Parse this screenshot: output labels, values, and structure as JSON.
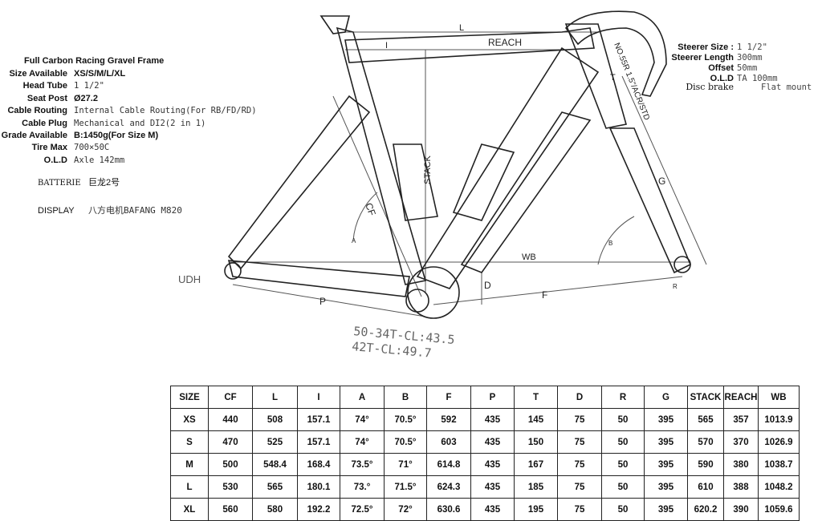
{
  "specs": {
    "title": "Full Carbon Racing Gravel Frame",
    "rows": [
      {
        "label": "Size Available",
        "value": "XS/S/M/L/XL"
      },
      {
        "label": "Head Tube",
        "value": "1 1/2\""
      },
      {
        "label": "Seat Post",
        "value": "Ø27.2"
      },
      {
        "label": "Cable Routing",
        "value": "Internal Cable Routing(For RB/FD/RD)"
      },
      {
        "label": "Cable Plug",
        "value": "Mechanical and DI2(2 in 1)"
      },
      {
        "label": "Grade Available",
        "value": "B:1450g(For Size M)"
      },
      {
        "label": "Tire Max",
        "value": "700×50C"
      },
      {
        "label": "O.L.D",
        "value": "Axle 142mm"
      }
    ],
    "battery_label": "BATTERIE",
    "battery_value": "巨龙2号",
    "display_label": "DISPLAY",
    "display_value": "八方电机BAFANG  M820"
  },
  "fork_specs": [
    {
      "label": "Steerer Size :",
      "value": "1 1/2\""
    },
    {
      "label": "Steerer Length",
      "value": "300mm"
    },
    {
      "label": "Offset",
      "value": "50mm"
    },
    {
      "label": "O.L.D",
      "value": "TA 100mm"
    },
    {
      "label": "Disc brake",
      "value": "Flat mount"
    }
  ],
  "drawing_labels": {
    "l": "L",
    "reach": "REACH",
    "i": "I",
    "stack": "STACK",
    "t": "T",
    "cf": "CF",
    "g": "G",
    "wb": "WB",
    "d": "D",
    "f": "F",
    "p": "P",
    "a": "A",
    "b": "B",
    "r": "R",
    "udh": "UDH",
    "headset": "NO.55R 1.5\"/ACR/STD",
    "chainring1": "50-34T-CL:43.5",
    "chainring2": "42T-CL:49.7"
  },
  "geometry_table": {
    "headers": [
      "SIZE",
      "CF",
      "L",
      "I",
      "A",
      "B",
      "F",
      "P",
      "T",
      "D",
      "R",
      "G",
      "STACK",
      "REACH",
      "WB"
    ],
    "rows": [
      [
        "XS",
        "440",
        "508",
        "157.1",
        "74°",
        "70.5°",
        "592",
        "435",
        "145",
        "75",
        "50",
        "395",
        "565",
        "357",
        "1013.9"
      ],
      [
        "S",
        "470",
        "525",
        "157.1",
        "74°",
        "70.5°",
        "603",
        "435",
        "150",
        "75",
        "50",
        "395",
        "570",
        "370",
        "1026.9"
      ],
      [
        "M",
        "500",
        "548.4",
        "168.4",
        "73.5°",
        "71°",
        "614.8",
        "435",
        "167",
        "75",
        "50",
        "395",
        "590",
        "380",
        "1038.7"
      ],
      [
        "L",
        "530",
        "565",
        "180.1",
        "73.°",
        "71.5°",
        "624.3",
        "435",
        "185",
        "75",
        "50",
        "395",
        "610",
        "388",
        "1048.2"
      ],
      [
        "XL",
        "560",
        "580",
        "192.2",
        "72.5°",
        "72°",
        "630.6",
        "435",
        "195",
        "75",
        "50",
        "395",
        "620.2",
        "390",
        "1059.6"
      ]
    ]
  }
}
